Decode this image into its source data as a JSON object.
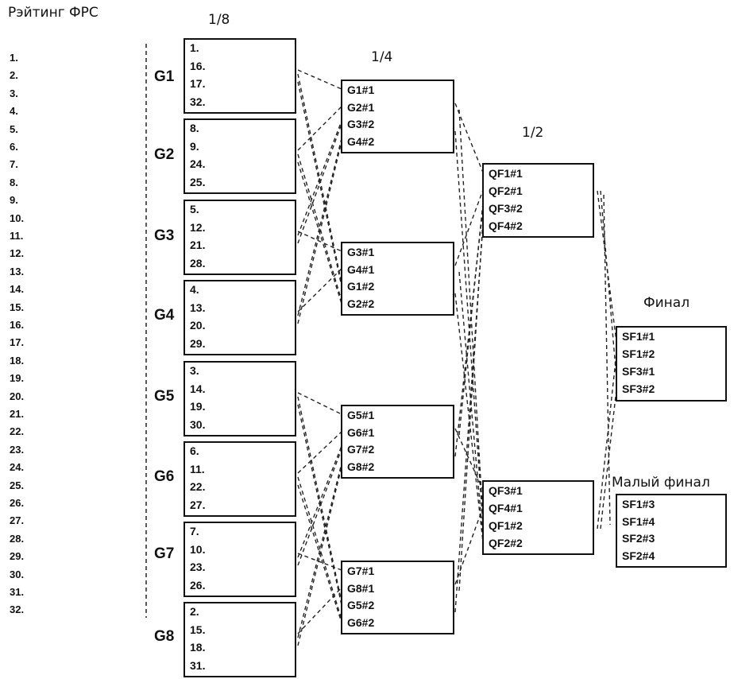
{
  "rating_title": "Рэйтинг ФРС",
  "rounds": {
    "r16": "1/8",
    "qf": "1/4",
    "sf": "1/2",
    "final": "Финал",
    "small_final": "Малый финал"
  },
  "ranks": [
    "1.",
    "2.",
    "3.",
    "4.",
    "5.",
    "6.",
    "7.",
    "8.",
    "9.",
    "10.",
    "11.",
    "12.",
    "13.",
    "14.",
    "15.",
    "16.",
    "17.",
    "18.",
    "19.",
    "20.",
    "21.",
    "22.",
    "23.",
    "24.",
    "25.",
    "26.",
    "27.",
    "28.",
    "29.",
    "30.",
    "31.",
    "32."
  ],
  "groups": [
    {
      "label": "G1",
      "entries": [
        "1.",
        "16.",
        "17.",
        "32."
      ]
    },
    {
      "label": "G2",
      "entries": [
        "8.",
        "9.",
        "24.",
        "25."
      ]
    },
    {
      "label": "G3",
      "entries": [
        "5.",
        "12.",
        "21.",
        "28."
      ]
    },
    {
      "label": "G4",
      "entries": [
        "4.",
        "13.",
        "20.",
        "29."
      ]
    },
    {
      "label": "G5",
      "entries": [
        "3.",
        "14.",
        "19.",
        "30."
      ]
    },
    {
      "label": "G6",
      "entries": [
        "6.",
        "11.",
        "22.",
        "27."
      ]
    },
    {
      "label": "G7",
      "entries": [
        "7.",
        "10.",
        "23.",
        "26."
      ]
    },
    {
      "label": "G8",
      "entries": [
        "2.",
        "15.",
        "18.",
        "31."
      ]
    }
  ],
  "quarterfinals": [
    {
      "entries": [
        "G1#1",
        "G2#1",
        "G3#2",
        "G4#2"
      ]
    },
    {
      "entries": [
        "G3#1",
        "G4#1",
        "G1#2",
        "G2#2"
      ]
    },
    {
      "entries": [
        "G5#1",
        "G6#1",
        "G7#2",
        "G8#2"
      ]
    },
    {
      "entries": [
        "G7#1",
        "G8#1",
        "G5#2",
        "G6#2"
      ]
    }
  ],
  "semifinals": [
    {
      "entries": [
        "QF1#1",
        "QF2#1",
        "QF3#2",
        "QF4#2"
      ]
    },
    {
      "entries": [
        "QF3#1",
        "QF4#1",
        "QF1#2",
        "QF2#2"
      ]
    }
  ],
  "final": {
    "entries": [
      "SF1#1",
      "SF1#2",
      "SF3#1",
      "SF3#2"
    ]
  },
  "small_final": {
    "entries": [
      "SF1#3",
      "SF1#4",
      "SF2#3",
      "SF2#4"
    ]
  }
}
